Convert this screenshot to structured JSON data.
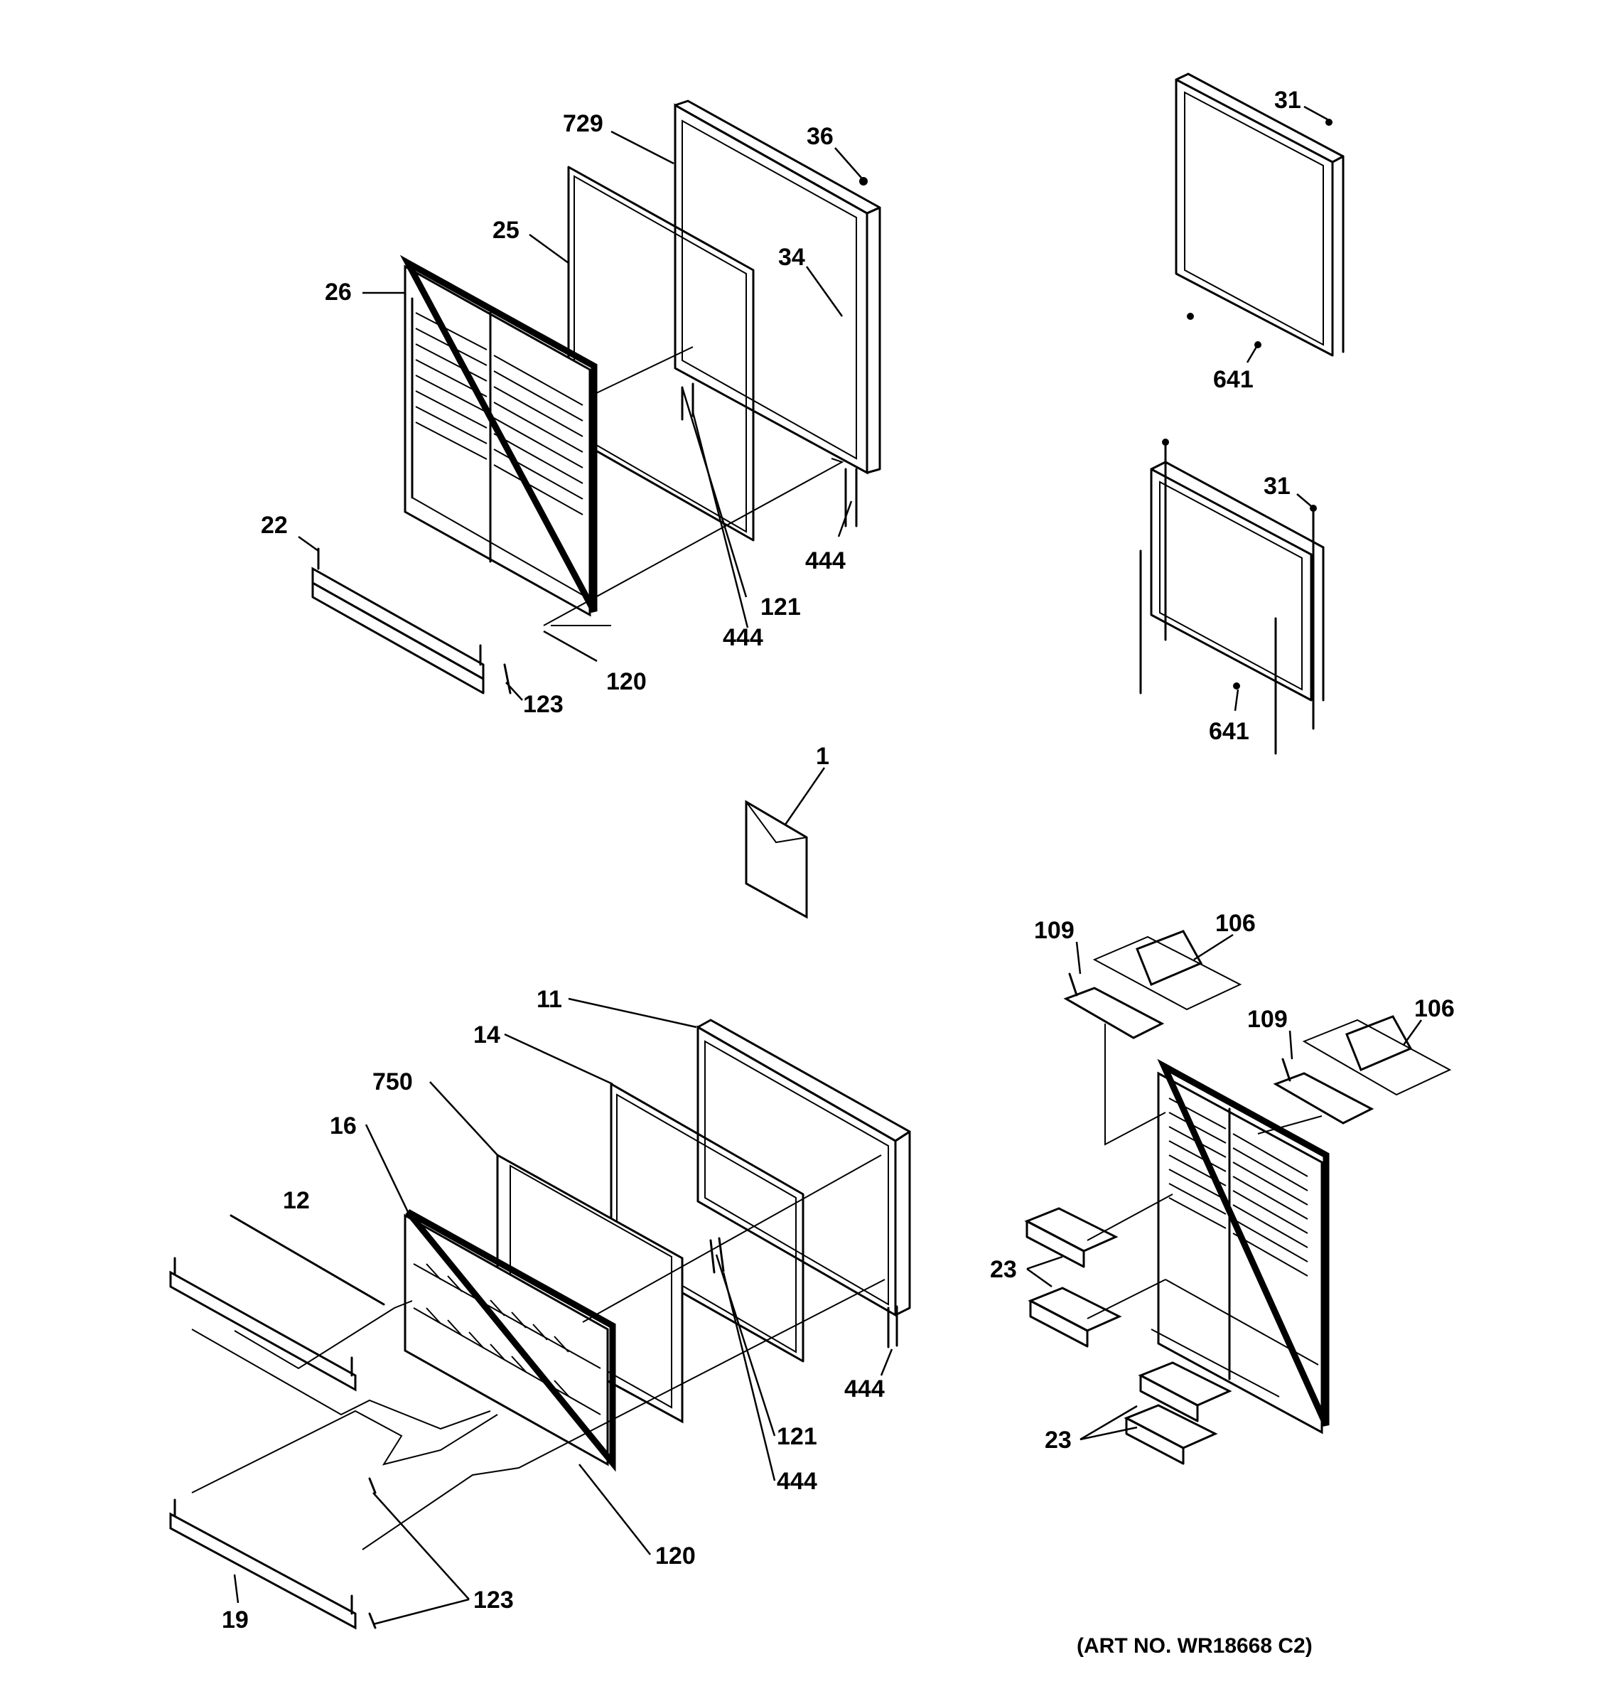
{
  "parts": {
    "p729": "729",
    "p36": "36",
    "p25": "25",
    "p34": "34",
    "p26": "26",
    "p22": "22",
    "p121a": "121",
    "p444a": "444",
    "p444b": "444",
    "p120a": "120",
    "p123a": "123",
    "p31a": "31",
    "p641a": "641",
    "p31b": "31",
    "p641b": "641",
    "p1": "1",
    "p109a": "109",
    "p106a": "106",
    "p109b": "109",
    "p106b": "106",
    "p23a": "23",
    "p23b": "23",
    "p11": "11",
    "p14": "14",
    "p750": "750",
    "p16": "16",
    "p12": "12",
    "p444c": "444",
    "p121b": "121",
    "p444d": "444",
    "p120b": "120",
    "p19": "19",
    "p123b": "123"
  },
  "caption": "(ART NO. WR18668 C2)"
}
